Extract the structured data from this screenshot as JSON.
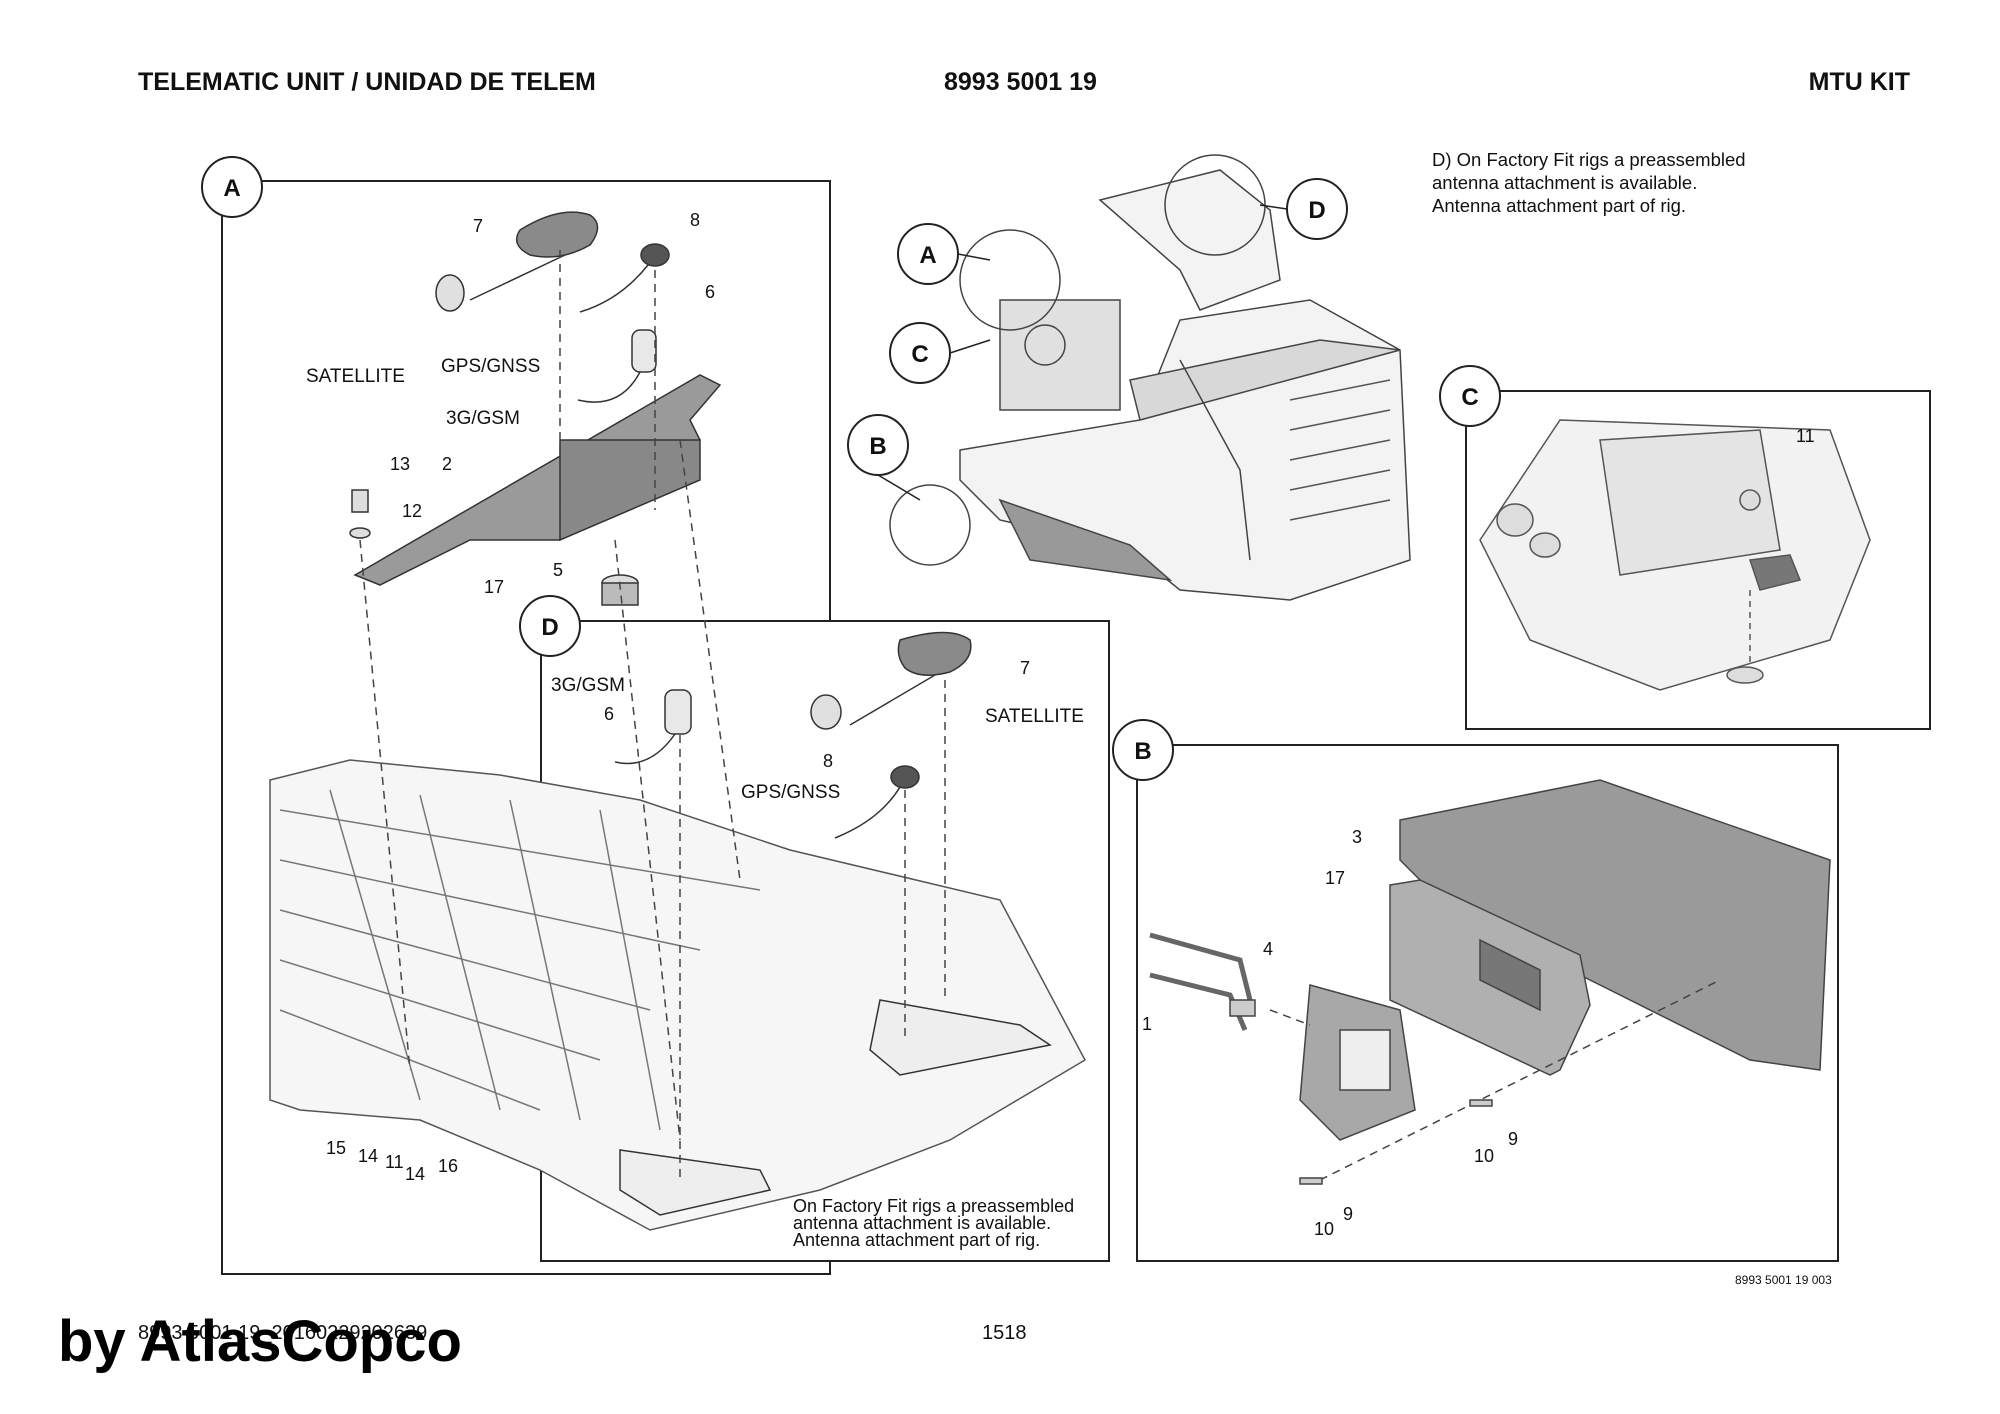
{
  "header": {
    "left": "TELEMATIC UNIT / UNIDAD DE TELEM",
    "center": "8993 5001 19",
    "right": "MTU KIT"
  },
  "notes": {
    "factory_fit_d": [
      "D) On Factory Fit rigs a preassembled",
      "antenna attachment is available.",
      "Antenna attachment part of rig."
    ],
    "factory_fit": [
      "On Factory Fit rigs a preassembled",
      "antenna attachment is available.",
      "Antenna attachment part of rig."
    ]
  },
  "callouts": {
    "A": "A",
    "B": "B",
    "C": "C",
    "D": "D"
  },
  "labels": {
    "satellite": "SATELLITE",
    "gps": "GPS/GNSS",
    "gsm": "3G/GSM"
  },
  "part_numbers": {
    "p1": "1",
    "p2": "2",
    "p3": "3",
    "p4": "4",
    "p5": "5",
    "p6": "6",
    "p7": "7",
    "p8": "8",
    "p9": "9",
    "p10": "10",
    "p11": "11",
    "p12": "12",
    "p13": "13",
    "p14": "14",
    "p15": "15",
    "p16": "16",
    "p17": "17"
  },
  "figure_ref": "8993 5001 19 003",
  "footer": {
    "code": "8993 5001 19_20160229202639",
    "page": "1518"
  },
  "watermark": "by AtlasCopco"
}
